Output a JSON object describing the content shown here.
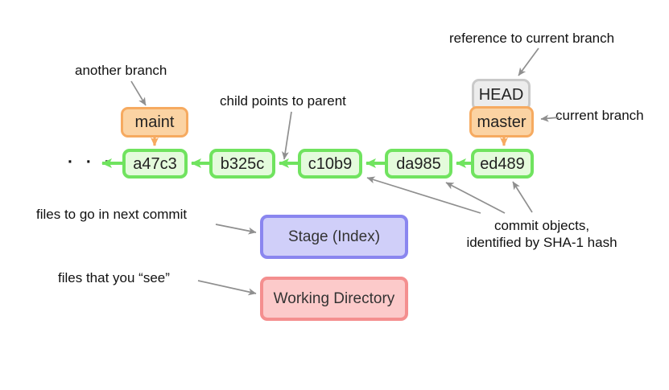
{
  "colors": {
    "commit_fill": "#e4fbdc",
    "commit_border": "#70e35f",
    "branch_fill": "#fbd3a3",
    "branch_border": "#f6aa60",
    "head_fill": "#ececec",
    "head_border": "#c9c9c9",
    "stage_fill": "#d0cff9",
    "stage_border": "#8a86ef",
    "working_fill": "#fccaca",
    "working_border": "#f48f8f",
    "annotation_arrow": "#8f8f8f",
    "text": "#111111"
  },
  "graph": {
    "ellipsis": "· · ·",
    "commits": [
      {
        "id": "a47c3"
      },
      {
        "id": "b325c"
      },
      {
        "id": "c10b9"
      },
      {
        "id": "da985"
      },
      {
        "id": "ed489"
      }
    ],
    "branches": {
      "other": "maint",
      "current": "master"
    },
    "head_label": "HEAD"
  },
  "areas": {
    "stage": "Stage (Index)",
    "working": "Working Directory"
  },
  "annotations": {
    "another_branch": "another branch",
    "child_points": "child points to parent",
    "reference": "reference to current branch",
    "current_branch": "current branch",
    "files_next": "files to go in next commit",
    "files_see": "files that you “see”",
    "commit_objects_line1": "commit objects,",
    "commit_objects_line2": "identified by SHA-1 hash"
  }
}
